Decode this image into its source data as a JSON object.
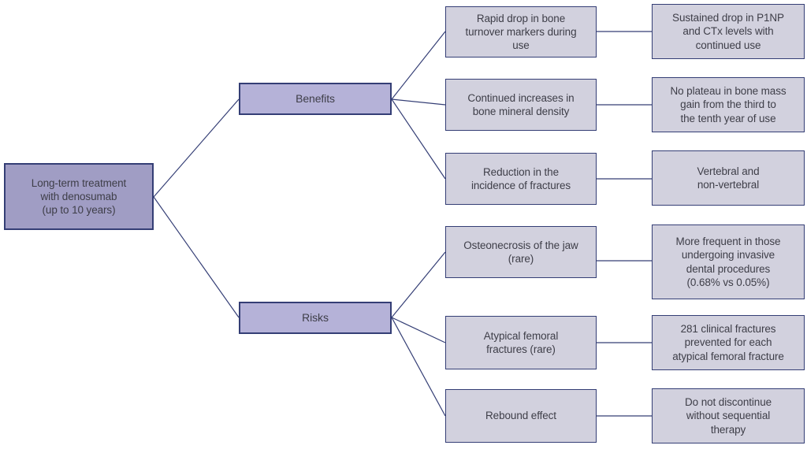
{
  "colors": {
    "border": "#343e75",
    "root_fill": "#a09dc4",
    "branch_fill": "#b5b2d8",
    "detail_fill": "#d2d1de",
    "text": "#3e3e48",
    "background": "#ffffff"
  },
  "root": {
    "label": "Long-term treatment\nwith denosumab\n(up to 10 years)"
  },
  "branches": [
    {
      "label": "Benefits",
      "items": [
        {
          "finding": "Rapid drop in bone\nturnover markers during\nuse",
          "detail": "Sustained drop in P1NP\nand CTx levels with\ncontinued use"
        },
        {
          "finding": "Continued increases in\nbone mineral density",
          "detail": "No plateau in bone mass\ngain from the third to\nthe tenth year of use"
        },
        {
          "finding": "Reduction in the\nincidence of fractures",
          "detail": "Vertebral and\nnon-vertebral"
        }
      ]
    },
    {
      "label": "Risks",
      "items": [
        {
          "finding": "Osteonecrosis of the jaw\n(rare)",
          "detail": "More frequent in those\nundergoing invasive\ndental procedures\n(0.68% vs 0.05%)"
        },
        {
          "finding": "Atypical femoral\nfractures (rare)",
          "detail": "281 clinical fractures\nprevented for each\natypical femoral fracture"
        },
        {
          "finding": "Rebound effect",
          "detail": "Do not discontinue\nwithout sequential\ntherapy"
        }
      ]
    }
  ]
}
